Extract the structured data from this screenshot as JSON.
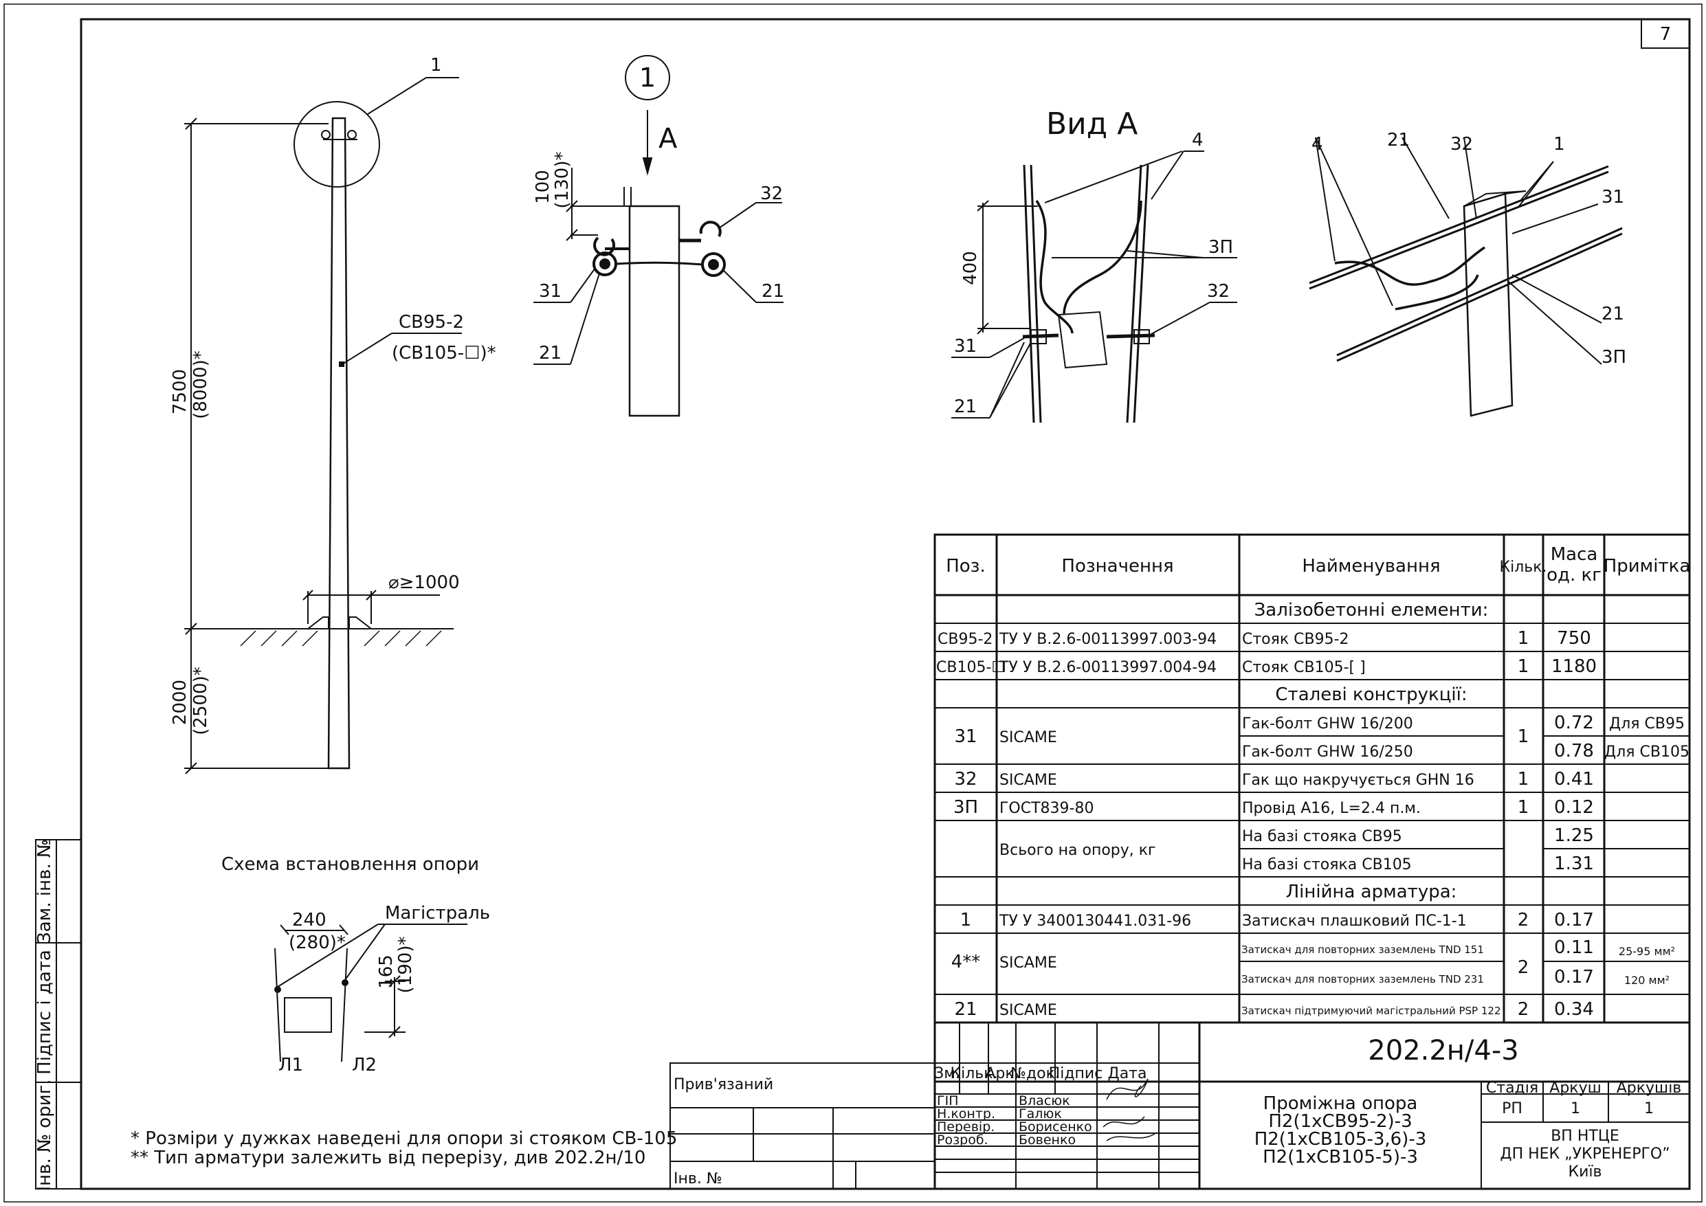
{
  "sheet": {
    "number": "7"
  },
  "callout": {
    "number": "1"
  },
  "view": {
    "letter": "А",
    "title": "Вид А"
  },
  "pole_scheme": {
    "dim_above": "7500",
    "dim_above_alt": "(8000)*",
    "dim_below": "2000",
    "dim_below_alt": "(2500)*",
    "pole_label": "СВ95-2",
    "pole_label_alt": "(СВ105-☐)*",
    "foundation_dia": "⌀≥1000",
    "caption": "Схема встановлення опори"
  },
  "detail": {
    "dim_top": "100",
    "dim_top_alt": "(130)*",
    "dim_400": "400"
  },
  "schema2": {
    "dim_w": "240",
    "dim_w_alt": "(280)*",
    "dim_h": "165",
    "dim_h_alt": "(190)*",
    "main_line": "Магістраль",
    "l1": "Л1",
    "l2": "Л2"
  },
  "tags": {
    "p1": "1",
    "p4": "4",
    "p21": "21",
    "p31": "31",
    "p32": "32",
    "p3p": "3П"
  },
  "notes": [
    "* Розміри у дужках наведені для опори зі стояком СВ-105",
    "** Тип арматури залежить від перерізу, див 202.2н/10"
  ],
  "table": {
    "headers": {
      "pos": "Поз.",
      "designation": "Позначення",
      "name": "Найменування",
      "qty": "Кільк.",
      "mass_1": "Маса",
      "mass_2": "од. кг",
      "note": "Примітка"
    },
    "sections": {
      "concrete": "Залізобетонні елементи:",
      "steel": "Сталеві конструкції:",
      "fittings": "Лінійна арматура:"
    },
    "rows": {
      "r1": {
        "pos": "СВ95-2",
        "des": "ТУ У В.2.6-00113997.003-94",
        "name": "Стояк СВ95-2",
        "qty": "1",
        "mass": "750"
      },
      "r2": {
        "pos": "СВ105-☐",
        "des": "ТУ У В.2.6-00113997.004-94",
        "name": "Стояк СВ105-[        ]",
        "qty": "1",
        "mass": "1180"
      },
      "r3": {
        "pos": "31",
        "des": "SICAME",
        "name_a": "Гак-болт GHW 16/200",
        "name_b": "Гак-болт GHW 16/250",
        "qty": "1",
        "mass_a": "0.72",
        "mass_b": "0.78",
        "note_a": "Для СВ95",
        "note_b": "Для СВ105"
      },
      "r4": {
        "pos": "32",
        "des": "SICAME",
        "name": "Гак що накручується GHN 16",
        "qty": "1",
        "mass": "0.41"
      },
      "r5": {
        "pos": "3П",
        "des": "ГОСТ839-80",
        "name": "Провід А16, L=2.4 п.м.",
        "qty": "1",
        "mass": "0.12"
      },
      "r6": {
        "des": "Всього на опору, кг",
        "name_a": "На базі стояка СВ95",
        "name_b": "На базі стояка СВ105",
        "mass_a": "1.25",
        "mass_b": "1.31"
      },
      "r7": {
        "pos": "1",
        "des": "ТУ У 3400130441.031-96",
        "name": "Затискач плашковий ПС-1-1",
        "qty": "2",
        "mass": "0.17"
      },
      "r8": {
        "pos": "4**",
        "des": "SICAME",
        "name_a": "Затискач для повторних заземлень TND 151",
        "name_b": "Затискач для повторних заземлень TND 231",
        "qty": "2",
        "mass_a": "0.11",
        "mass_b": "0.17",
        "note_a": "25-95 мм²",
        "note_b": "120 мм²"
      },
      "r9": {
        "pos": "21",
        "des": "SICAME",
        "name": "Затискач підтримуючий магістральний PSP 122",
        "qty": "2",
        "mass": "0.34"
      }
    }
  },
  "title_block": {
    "code": "202.2н/4-3",
    "attached": "Прив'язаний",
    "inv": "Інв. №",
    "cols": [
      "Зм.",
      "Кільк.",
      "Арк.",
      "№док.",
      "Підпис",
      "Дата"
    ],
    "roles": [
      "ГІП",
      "Н.контр.",
      "Перевір.",
      "Розроб."
    ],
    "names": [
      "Власюк",
      "Галюк",
      "Борисенко",
      "Бовенко"
    ],
    "object_title": [
      "Проміжна опора",
      "П2(1хСВ95-2)-3",
      "П2(1хСВ105-3,6)-3",
      "П2(1хСВ105-5)-3"
    ],
    "stage_label": "Стадія",
    "sheet_label": "Аркуш",
    "sheets_label": "Аркушів",
    "stage": "РП",
    "sheet": "1",
    "sheets": "1",
    "org": [
      "ВП НТЦЕ",
      "ДП НЕК „УКРЕНЕРГО”",
      "Київ"
    ]
  },
  "side_stamp": [
    "Зам. інв. №",
    "Підпис і дата",
    "Інв. № ориг."
  ]
}
